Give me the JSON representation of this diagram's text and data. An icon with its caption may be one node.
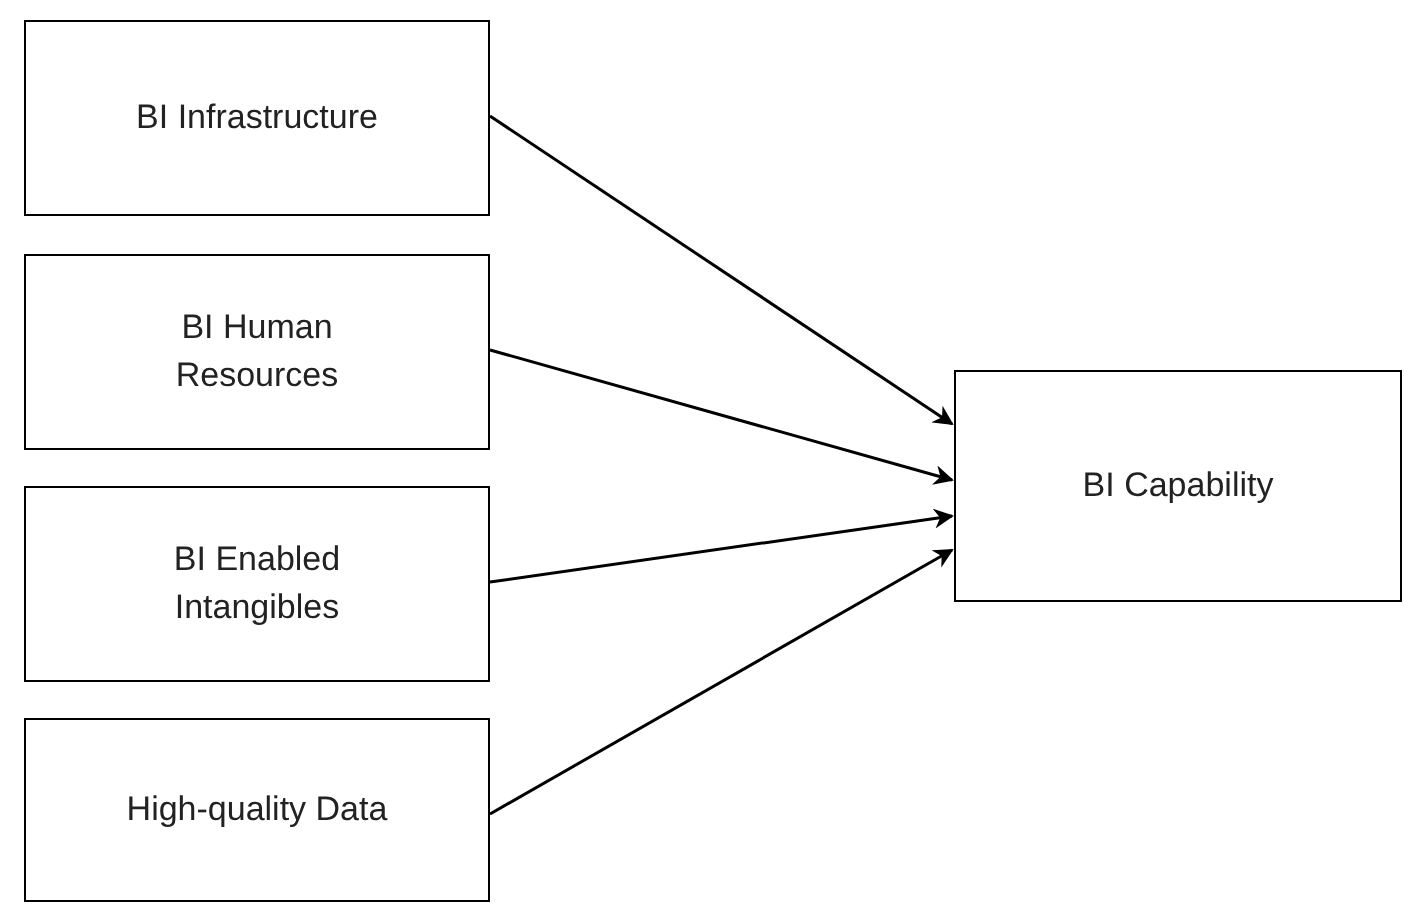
{
  "diagram": {
    "nodes": [
      {
        "text": [
          "BI Infrastructure"
        ]
      },
      {
        "text": [
          "BI Human Resources"
        ]
      },
      {
        "text": [
          "BI Enabled Intangibles"
        ]
      },
      {
        "text": [
          "High-quality Data"
        ]
      },
      {
        "text": [
          "BI Capability"
        ]
      }
    ],
    "edges": [
      {
        "from": 0,
        "to": 4,
        "arrow": "to"
      },
      {
        "from": 1,
        "to": 4,
        "arrow": "to"
      },
      {
        "from": 2,
        "to": 4,
        "arrow": "to"
      },
      {
        "from": 3,
        "to": 4,
        "arrow": "to"
      }
    ]
  }
}
